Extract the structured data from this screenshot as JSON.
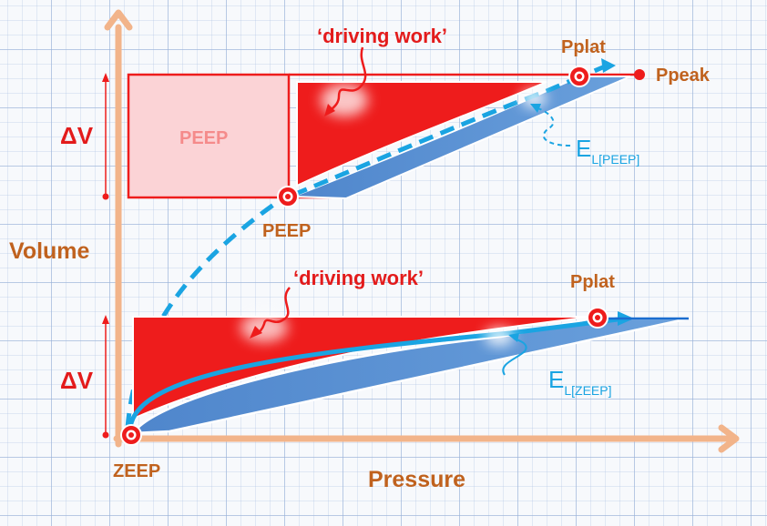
{
  "labels": {
    "driving_work_top": "‘driving work’",
    "driving_work_bottom": "‘driving work’",
    "pplat_top": "Pplat",
    "pplat_bottom": "Pplat",
    "ppeak": "Ppeak",
    "peep_box": "PEEP",
    "peep_point": "PEEP",
    "zeep": "ZEEP",
    "dv_top": "ΔV",
    "dv_bottom": "ΔV",
    "volume_axis": "Volume",
    "pressure_axis": "Pressure",
    "el_peep_main": "E",
    "el_peep_sub": "L[PEEP]",
    "el_zeep_main": "E",
    "el_zeep_sub": "L[ZEEP]"
  },
  "colors": {
    "axis": "#f2b48a",
    "red": "#ee1c1c",
    "pink_fill": "#fbd3d6",
    "blue": "#5b8fd0",
    "cyan": "#1aa4e2",
    "label_brown": "#c0621e",
    "label_red": "#e31b1b",
    "peep_text": "#f58b8b"
  }
}
